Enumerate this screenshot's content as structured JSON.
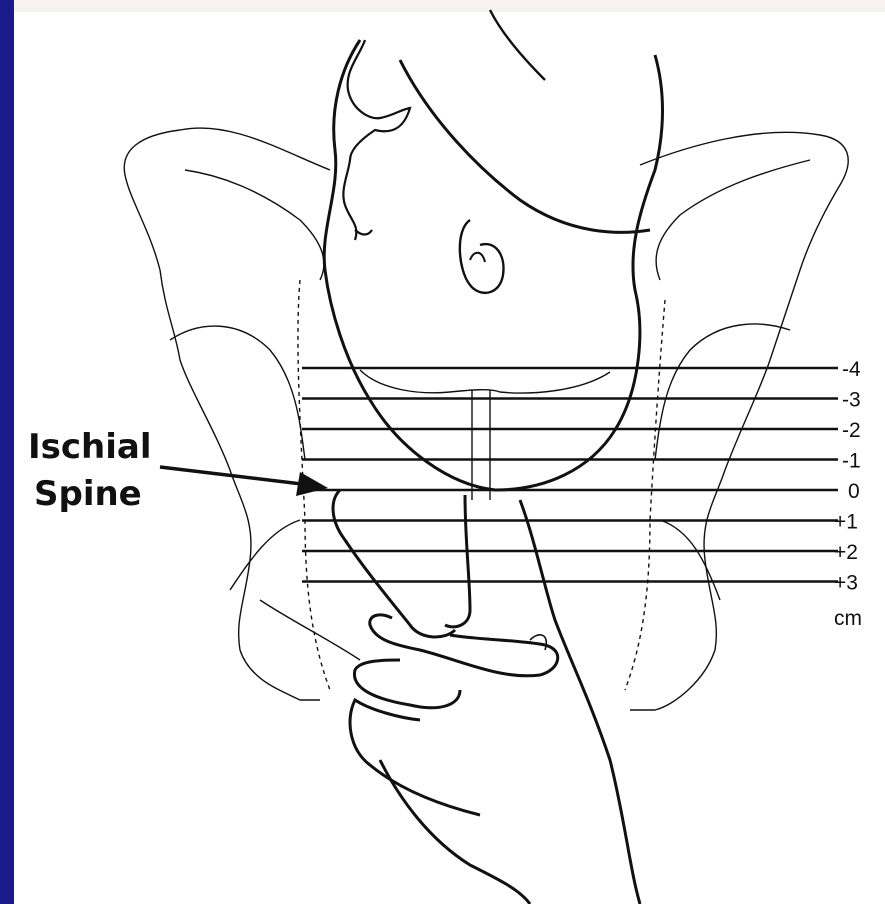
{
  "callout": {
    "line1": "Ischial",
    "line2": "Spine"
  },
  "stations": [
    {
      "label": "-4",
      "value": -4
    },
    {
      "label": "-3",
      "value": -3
    },
    {
      "label": "-2",
      "value": -2
    },
    {
      "label": "-1",
      "value": -1
    },
    {
      "label": "0",
      "value": 0
    },
    {
      "label": "+1",
      "value": 1
    },
    {
      "label": "+2",
      "value": 2
    },
    {
      "label": "+3",
      "value": 3
    }
  ],
  "unit_label": "cm",
  "colors": {
    "frame": "#1a1a8c",
    "background": "#ffffff",
    "ink": "#111111"
  }
}
